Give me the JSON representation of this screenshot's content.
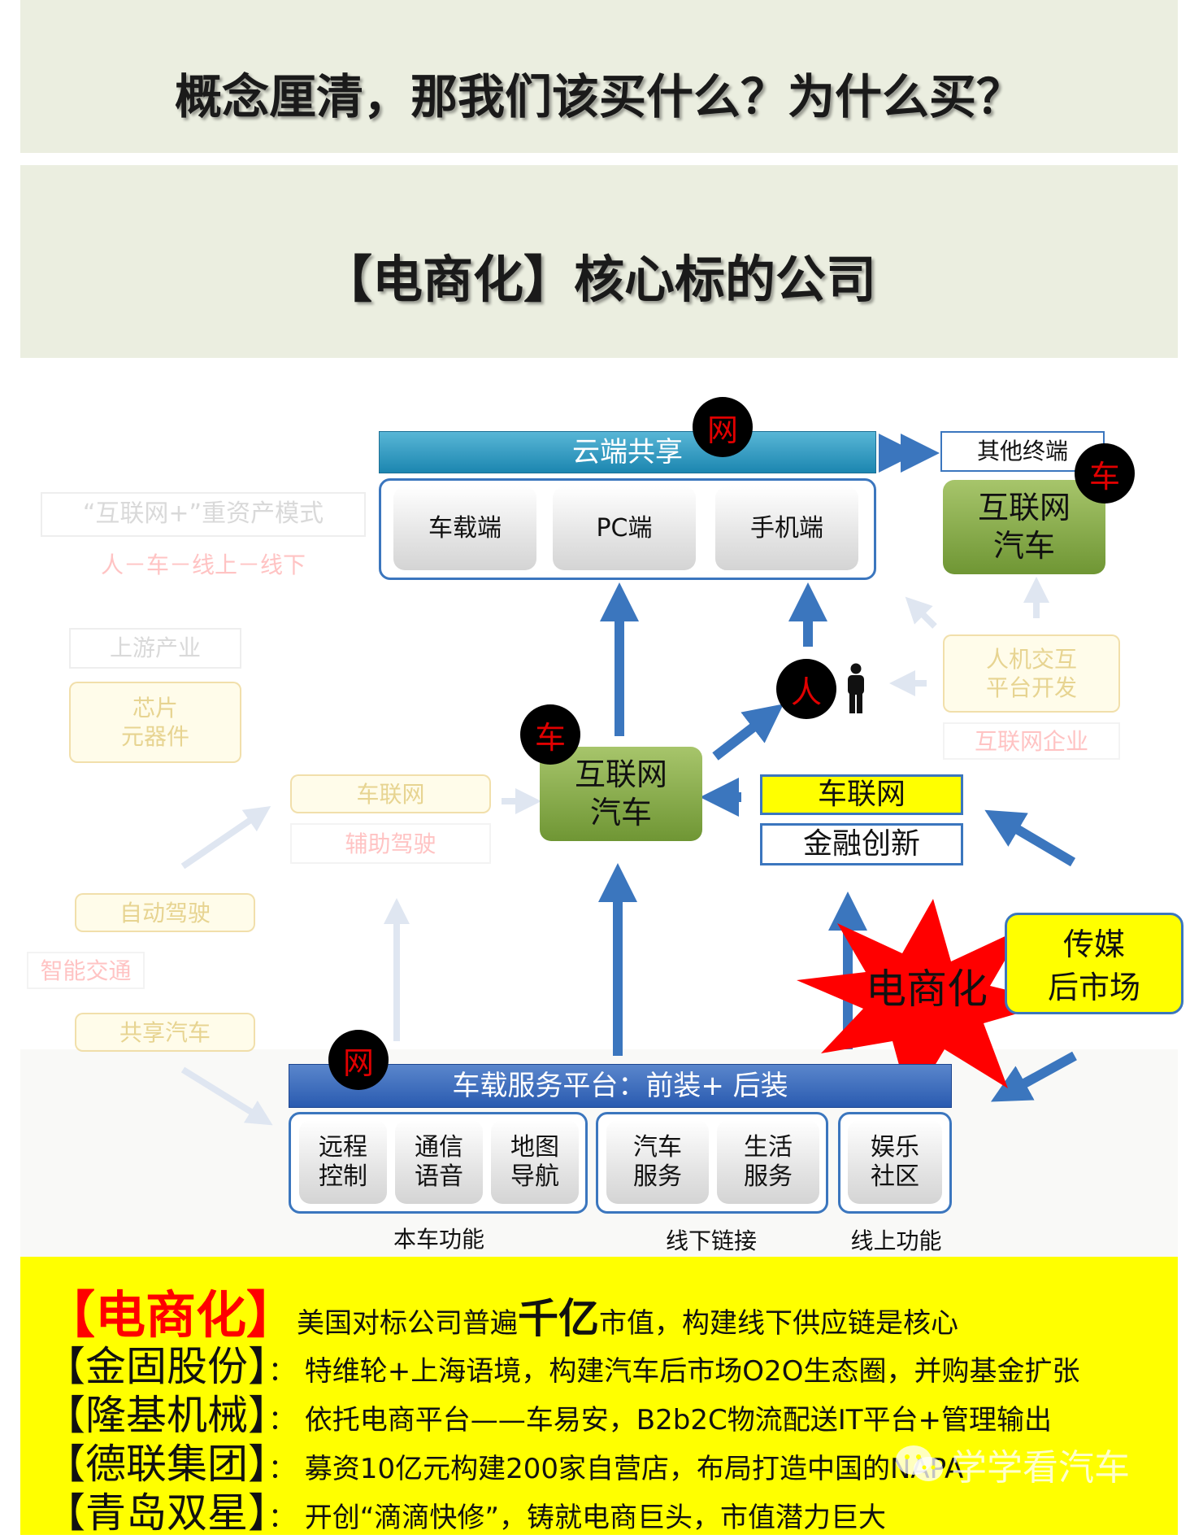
{
  "page": {
    "title": "概念厘清，那我们该买什么？为什么买？",
    "subtitle": "【电商化】核心标的公司"
  },
  "diagram": {
    "cloud_bar": "云端共享",
    "terminals": [
      "车载端",
      "PC端",
      "手机端"
    ],
    "other_terminal": "其他终端",
    "internet_car_right": "互联网\n汽车",
    "internet_car_center": "互联网\n汽车",
    "badge_net": "网",
    "badge_car": "车",
    "badge_person": "人",
    "telematics": "车联网",
    "finance": "金融创新",
    "media_aftermarket": "传媒\n后市场",
    "ecommerce_star": "电商化",
    "platform_bar": "车载服务平台：前装+ 后装",
    "platform_groups": [
      {
        "label": "本车功能",
        "items": [
          "远程\n控制",
          "通信\n语音",
          "地图\n导航"
        ]
      },
      {
        "label": "线下链接",
        "items": [
          "汽车\n服务",
          "生活\n服务"
        ]
      },
      {
        "label": "线上功能",
        "items": [
          "娱乐\n社区"
        ]
      }
    ],
    "faded": {
      "model_title": "“互联网+”重资产模式",
      "model_sub": "人－车－线上－线下",
      "upstream": "上游产业",
      "chips": "芯片\n元器件",
      "telematics": "车联网",
      "adas": "辅助驾驶",
      "autonomous": "自动驾驶",
      "smart_traffic": "智能交通",
      "shared_car": "共享汽车",
      "hmi": "人机交互\n平台开发",
      "internet_company": "互联网企业"
    }
  },
  "companies": {
    "line1": {
      "key": "【电商化】",
      "pre": "美国对标公司普遍",
      "em": "千亿",
      "post": "市值，构建线下供应链是核心"
    },
    "line2": {
      "key": "【金固股份】",
      "text": "：  特维轮+上海语境，构建汽车后市场O2O生态圈，并购基金扩张"
    },
    "line3": {
      "key": "【隆基机械】",
      "text": "：  依托电商平台——车易安，B2b2C物流配送IT平台+管理输出"
    },
    "line4": {
      "key": "【德联集团】",
      "text": "：  募资10亿元构建200家自营店，布局打造中国的NAPA"
    },
    "line5": {
      "key": "【青岛双星】",
      "text": "：  开创“滴滴快修”，铸就电商巨头，市值潜力巨大"
    }
  },
  "watermark": "学学看汽车",
  "colors": {
    "accent_blue": "#3b76be",
    "green": "#7aa33c",
    "yellow": "#ffff00",
    "red": "#ff0000"
  }
}
